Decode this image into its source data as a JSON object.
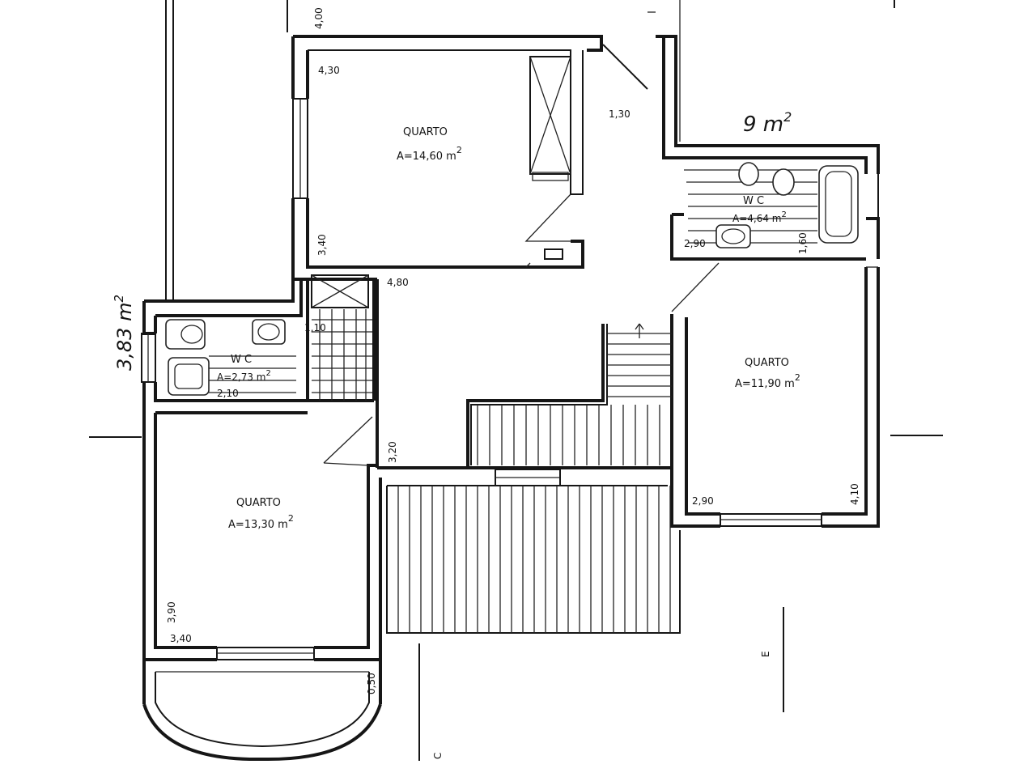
{
  "floor_plan": {
    "rooms": [
      {
        "name": "QUARTO",
        "area": "A=14,60 m",
        "sup": "2"
      },
      {
        "name": "QUARTO",
        "area": "A=11,90 m",
        "sup": "2"
      },
      {
        "name": "QUARTO",
        "area": "A=13,30 m",
        "sup": "2"
      }
    ],
    "wcs": [
      {
        "name": "W C",
        "area": "A=2,73 m",
        "sup": "2"
      },
      {
        "name": "W C",
        "area": "A=4,64 m",
        "sup": "2"
      }
    ],
    "dimensions": {
      "d400": "4,00",
      "d430": "4,30",
      "d130": "1,30",
      "d340": "3,40",
      "d480": "4,80",
      "d110": "1,10",
      "d210": "2,10",
      "d320": "3,20",
      "d290a": "2,90",
      "d160": "1,60",
      "d290b": "2,90",
      "d410": "4,10",
      "d390": "3,90",
      "d340b": "3,40",
      "d050": "0,50"
    },
    "handwritten": {
      "top_right": "9 m",
      "top_right_sup": "2",
      "left": "3,83 m",
      "left_sup": "2"
    },
    "section_marks": {
      "c": "C",
      "e": "E"
    }
  }
}
